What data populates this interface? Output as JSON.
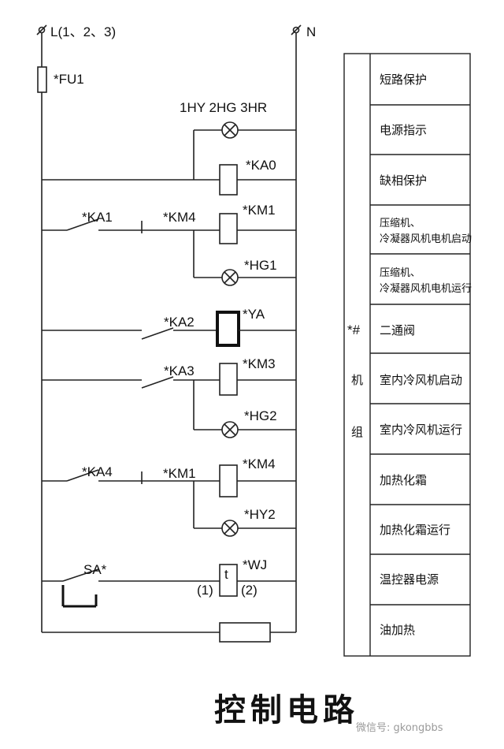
{
  "supply": {
    "phase_label": "L(1、2、3)",
    "neutral_label": "N"
  },
  "fuse": "*FU1",
  "lamps_top": "1HY 2HG 3HR",
  "components": {
    "ka0": "*KA0",
    "ka1": "*KA1",
    "km4_contact": "*KM4",
    "km1_coil": "*KM1",
    "hg1": "*HG1",
    "ka2": "*KA2",
    "ya": "*YA",
    "ka3": "*KA3",
    "km3_coil": "*KM3",
    "hg2": "*HG2",
    "ka4": "*KA4",
    "km1_contact": "*KM1",
    "km4_coil": "*KM4",
    "hy2": "*HY2",
    "sa": "SA*",
    "wj": "*WJ",
    "wj_t": "t",
    "wj_pin1": "(1)",
    "wj_pin2": "(2)"
  },
  "table": {
    "group_label": [
      "*#",
      "机",
      "组"
    ],
    "rows": [
      [
        "短路保护"
      ],
      [
        "电源指示"
      ],
      [
        "缺相保护"
      ],
      [
        "压缩机、",
        "冷凝器风机电机启动"
      ],
      [
        "压缩机、",
        "冷凝器风机电机运行"
      ],
      [
        "二通阀"
      ],
      [
        "室内冷风机启动"
      ],
      [
        "室内冷风机运行"
      ],
      [
        "加热化霜"
      ],
      [
        "加热化霜运行"
      ],
      [
        "温控器电源"
      ],
      [
        "油加热"
      ]
    ]
  },
  "title": "控制电路",
  "watermark": "微信号: gkongbbs"
}
